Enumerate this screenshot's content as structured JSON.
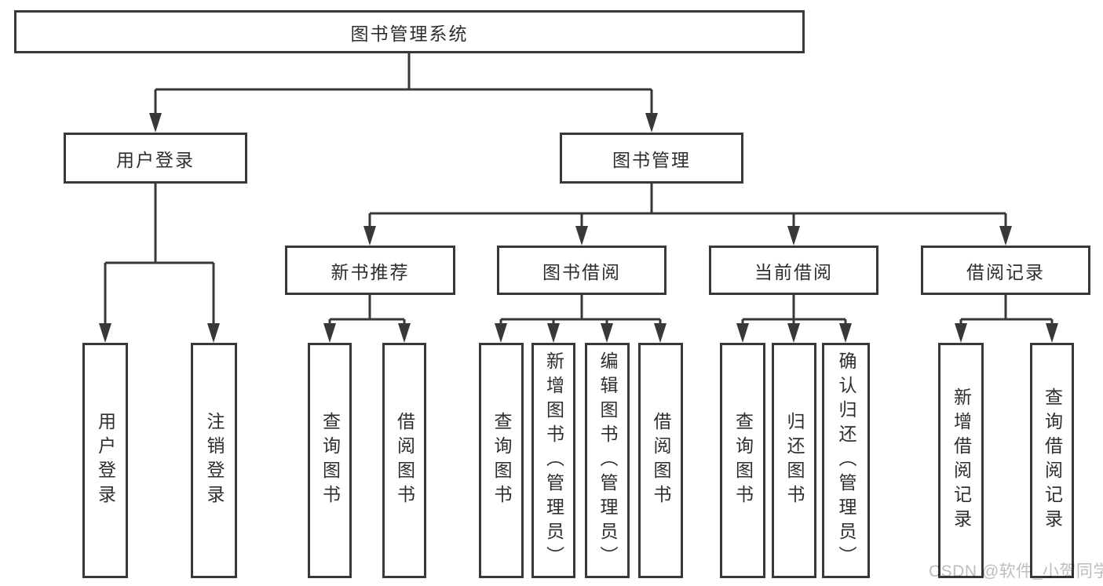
{
  "title": "图书管理系统",
  "tree": {
    "root": {
      "label": "图书管理系统"
    },
    "level2": [
      {
        "label": "用户登录",
        "children": [
          {
            "label": "用户登录"
          },
          {
            "label": "注销登录"
          }
        ]
      },
      {
        "label": "图书管理",
        "children": [
          {
            "label": "新书推荐",
            "children": [
              {
                "label": "查询图书"
              },
              {
                "label": "借阅图书"
              }
            ]
          },
          {
            "label": "图书借阅",
            "children": [
              {
                "label": "查询图书"
              },
              {
                "label": "新增图书（管理员）"
              },
              {
                "label": "编辑图书（管理员）"
              },
              {
                "label": "借阅图书"
              }
            ]
          },
          {
            "label": "当前借阅",
            "children": [
              {
                "label": "查询图书"
              },
              {
                "label": "归还图书"
              },
              {
                "label": "确认归还（管理员）"
              }
            ]
          },
          {
            "label": "借阅记录",
            "children": [
              {
                "label": "新增借阅记录"
              },
              {
                "label": "查询借阅记录"
              }
            ]
          }
        ]
      }
    ]
  },
  "watermark": "CSDN @软件_小贺同学",
  "colors": {
    "line": "#383838",
    "border": "#383838",
    "text": "#2e2e2e",
    "background": "#ffffff",
    "watermark": "#bdbdbd"
  }
}
